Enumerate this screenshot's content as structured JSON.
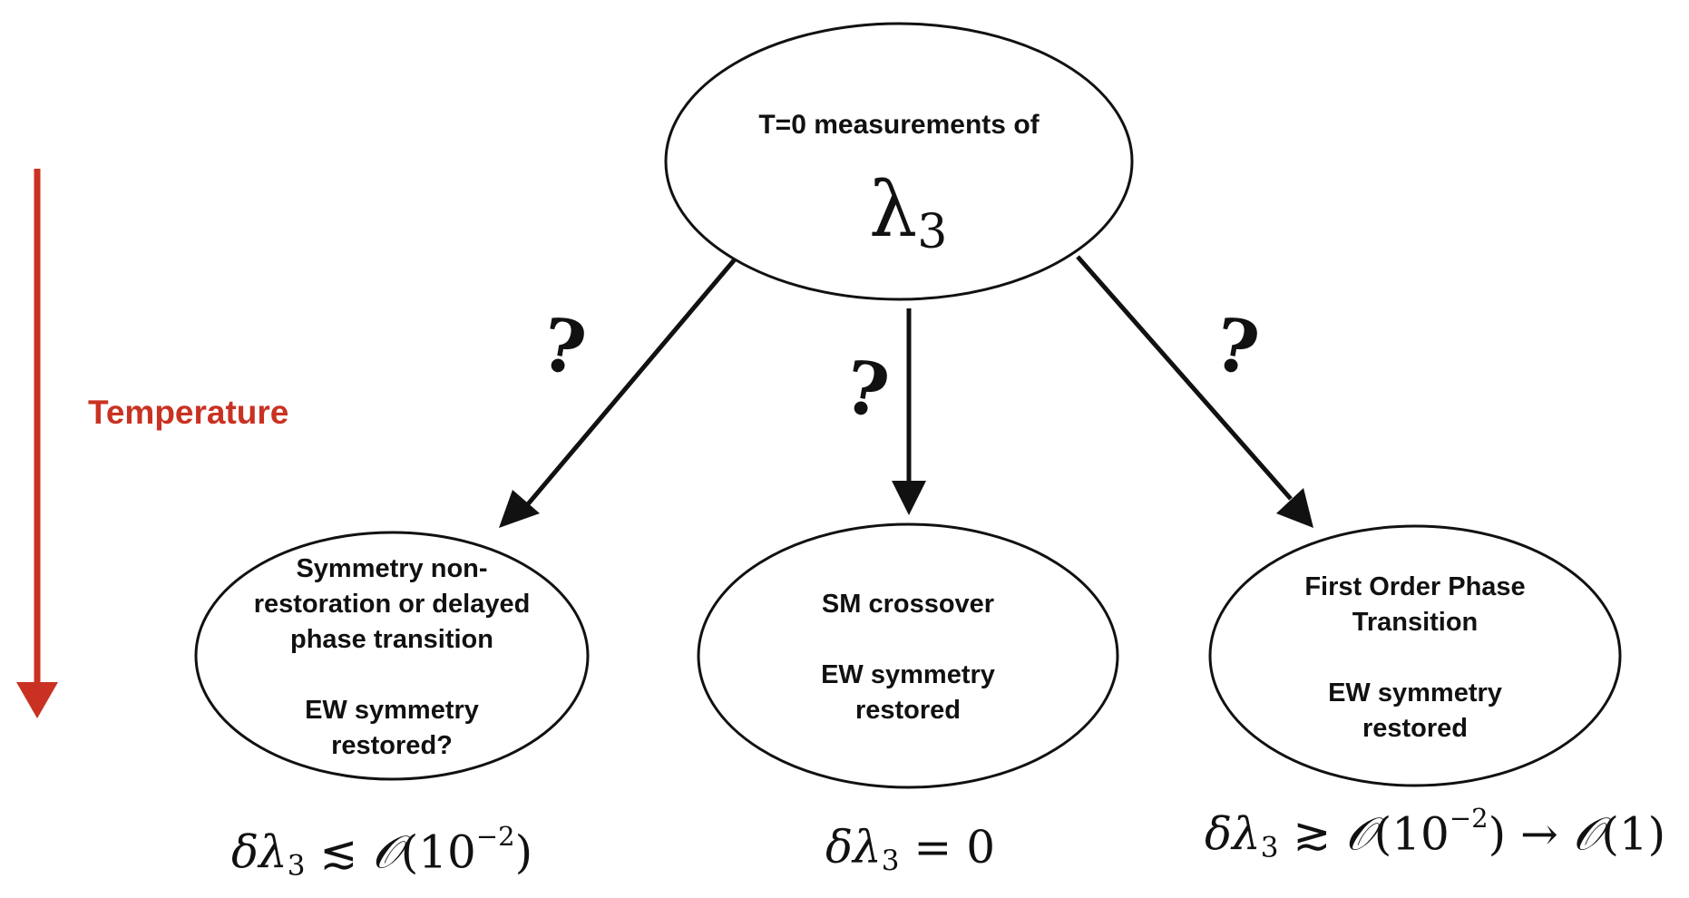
{
  "temperature_label": "Temperature",
  "accent_color": "#c93222",
  "top_node": {
    "text": "T=0 measurements of",
    "symbol": "λ",
    "symbol_sub": "3"
  },
  "question_mark": "?",
  "nodes": [
    {
      "line1": "Symmetry non-",
      "line2": "restoration or delayed",
      "line3": "phase transition",
      "line4": "EW symmetry",
      "line5": "restored?"
    },
    {
      "line1": "SM crossover",
      "line2": "EW symmetry",
      "line3": "restored"
    },
    {
      "line1": "First Order Phase",
      "line2": "Transition",
      "line3": "EW symmetry",
      "line4": "restored"
    }
  ],
  "conditions": [
    {
      "prefix": "δλ",
      "sub": "3",
      "relation": " ≲ ",
      "calO": "𝒪",
      "body": "(10",
      "exp": "−2",
      "close": ")"
    },
    {
      "prefix": "δλ",
      "sub": "3",
      "relation": " = 0"
    },
    {
      "prefix": "δλ",
      "sub": "3",
      "relation": " ≳ ",
      "calO": "𝒪",
      "body": "(10",
      "exp": "−2",
      "close": ")",
      "arrow": " → ",
      "calO2": "𝒪",
      "body2": "(1)"
    }
  ]
}
